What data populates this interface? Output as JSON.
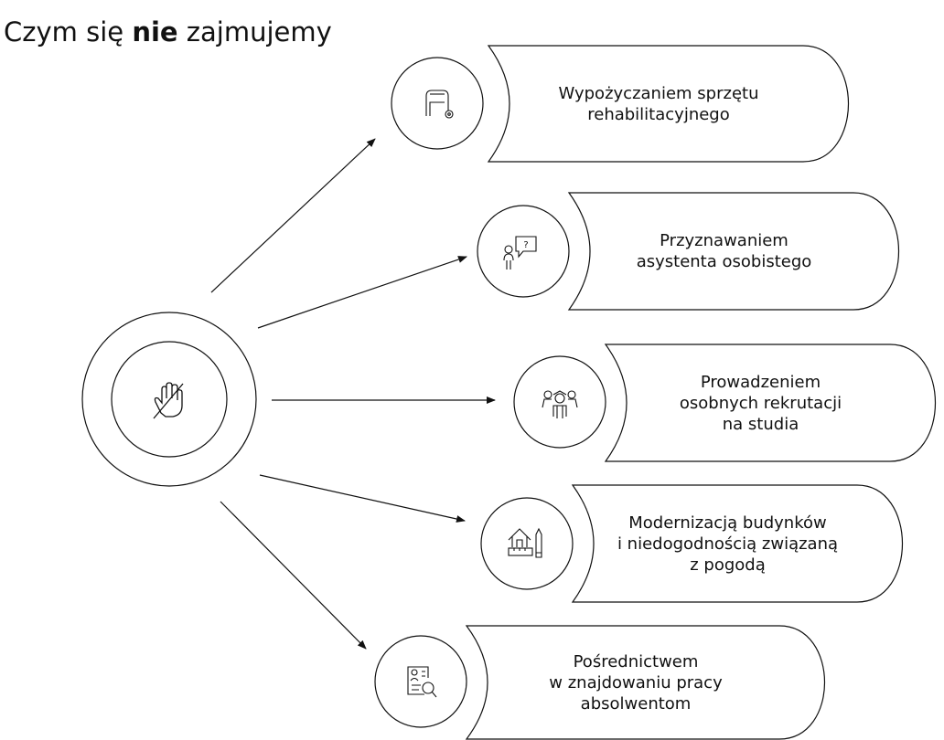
{
  "title": {
    "prefix": "Czym się ",
    "emphasis": "nie",
    "suffix": " zajmujemy"
  },
  "center_icon": "hand-stop-crossed-icon",
  "items": [
    {
      "lines": [
        "Wypożyczaniem sprzętu",
        "rehabilitacyjnego"
      ],
      "icon": "walker-icon"
    },
    {
      "lines": [
        "Przyznawaniem",
        "asystenta osobistego"
      ],
      "icon": "person-question-icon"
    },
    {
      "lines": [
        "Prowadzeniem",
        "osobnych rekrutacji",
        "na studia"
      ],
      "icon": "students-group-icon"
    },
    {
      "lines": [
        "Modernizacją budynków",
        "i niedogodnością związaną",
        "z pogodą"
      ],
      "icon": "building-ruler-pencil-icon"
    },
    {
      "lines": [
        "Pośrednictwem",
        "w znajdowaniu pracy",
        "absolwentom"
      ],
      "icon": "resume-search-icon"
    }
  ]
}
